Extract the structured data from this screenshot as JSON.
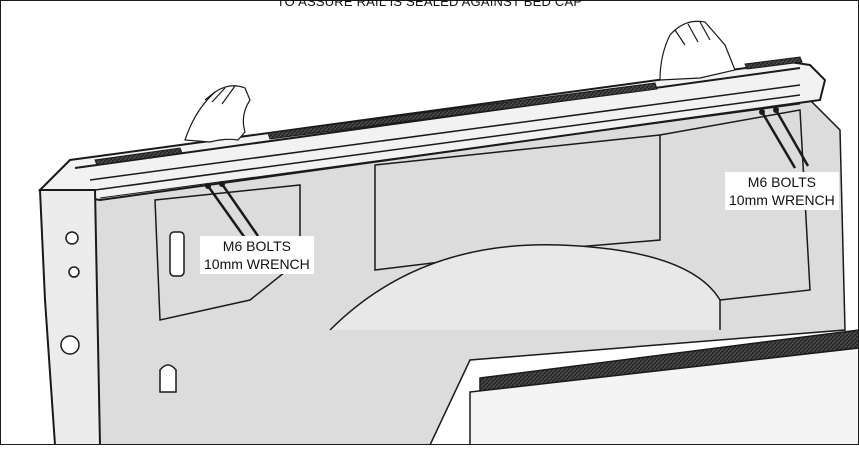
{
  "caption": "TO ASSURE RAIL IS SEALED AGAINST BED CAP",
  "callouts": [
    {
      "line1": "M6 BOLTS",
      "line2": "10mm WRENCH"
    },
    {
      "line1": "M6 BOLTS",
      "line2": "10mm WRENCH"
    }
  ],
  "colors": {
    "background": "#ffffff",
    "line": "#1a1a1a",
    "bed_panel": "#dcdcdc",
    "rail_strip": "#2a2a2a",
    "text": "#111111"
  }
}
